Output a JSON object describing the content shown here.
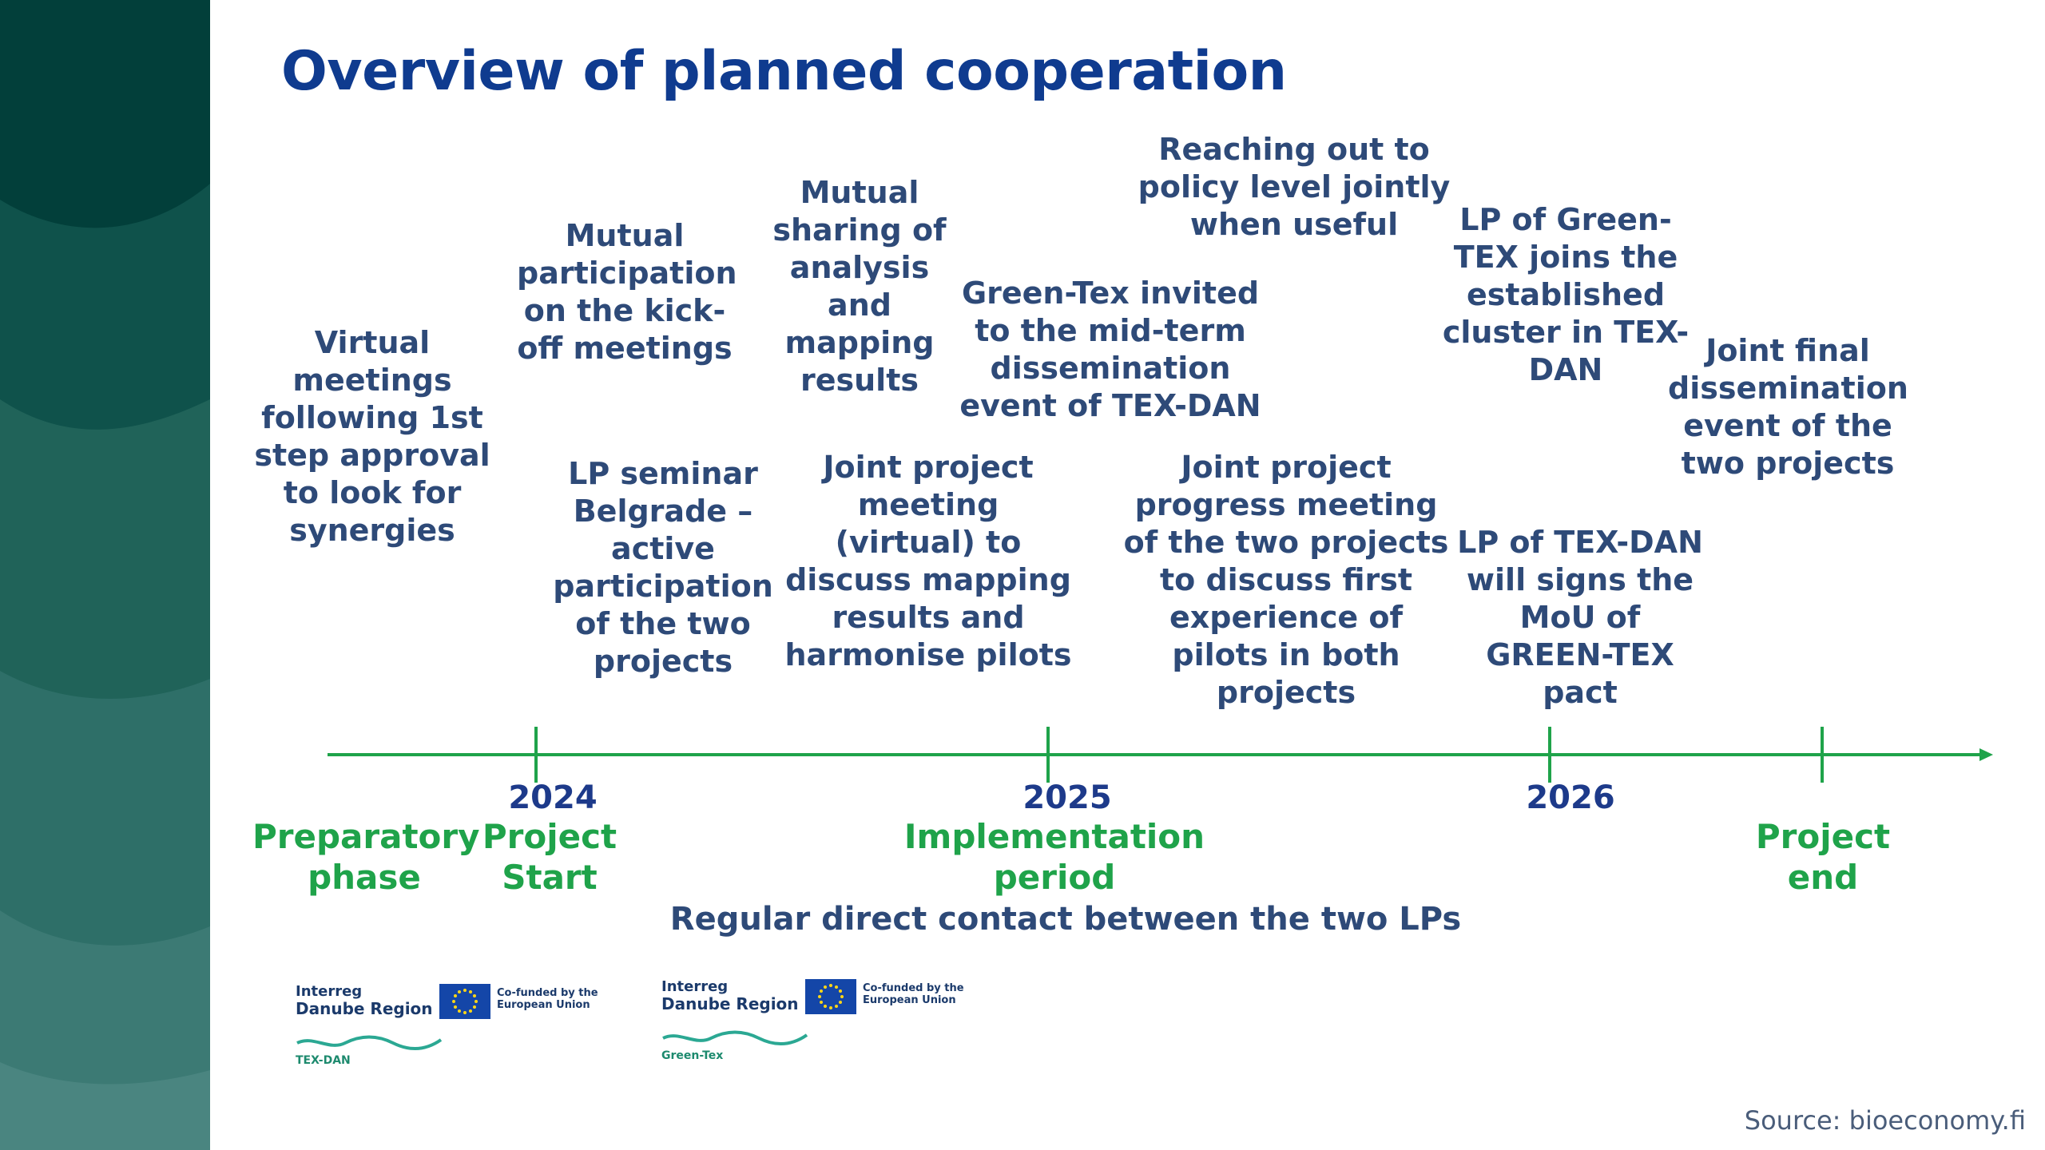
{
  "title": "Overview of planned cooperation",
  "activities_above": [
    "Virtual meetings following 1st step approval to look for synergies",
    "Mutual participation on the kick-off meetings",
    "Mutual sharing of analysis and mapping results",
    "Green-Tex invited to the mid-term dissemination event of TEX-DAN",
    "Reaching out to policy level jointly when useful",
    "LP of Green-TEX joins the established cluster in TEX-DAN",
    "Joint final dissemination event of the two projects"
  ],
  "activities_below": [
    "LP seminar Belgrade – active participation of the two projects",
    "Joint project meeting (virtual) to discuss mapping results and harmonise pilots",
    "Joint project progress meeting of the two projects to discuss first experience of pilots in both projects",
    "LP of TEX-DAN will signs the MoU of GREEN-TEX pact"
  ],
  "timeline": {
    "years": [
      "2024",
      "2025",
      "2026"
    ],
    "phases": [
      "Preparatory phase",
      "Project Start",
      "Implementation period",
      "Project end"
    ],
    "footer_note": "Regular direct contact between the two LPs",
    "line_color": "#1fa34a"
  },
  "logos": [
    {
      "program": "Interreg",
      "region": "Danube Region",
      "cofunded": "Co-funded by the European Union",
      "project": "TEX-DAN",
      "icon": "eu-flag-icon"
    },
    {
      "program": "Interreg",
      "region": "Danube Region",
      "cofunded": "Co-funded by the European Union",
      "project": "Green-Tex",
      "icon": "eu-flag-icon"
    }
  ],
  "source": "Source: bioeconomy.fi",
  "colors": {
    "title": "#0f3b8f",
    "body_text": "#2e4a78",
    "green": "#1fa34a",
    "sidebar_dark": "#023f3a",
    "sidebar_light": "#4a8580"
  }
}
